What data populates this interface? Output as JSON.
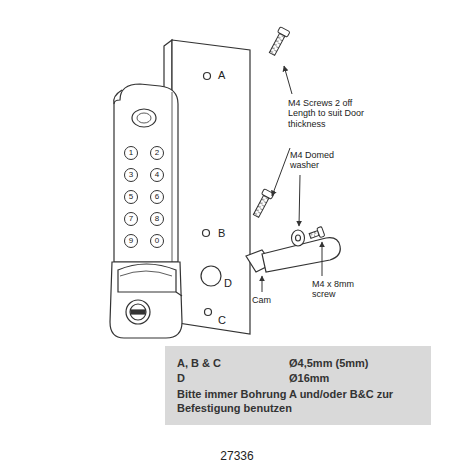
{
  "diagram": {
    "nodes": [
      {
        "text": [
          "1"
        ]
      },
      {
        "text": [
          "2"
        ]
      },
      {
        "text": [
          "3"
        ]
      },
      {
        "text": [
          "4"
        ]
      },
      {
        "text": [
          "5"
        ]
      },
      {
        "text": [
          "6"
        ]
      },
      {
        "text": [
          "7"
        ]
      },
      {
        "text": [
          "8"
        ]
      },
      {
        "text": [
          "9"
        ]
      },
      {
        "text": [
          "0"
        ]
      },
      {
        "text": [
          "A, B & C",
          "Ø4,5mm (5mm)",
          "D",
          "Ø16mm",
          "Bitte immer Bohrung A und/oder B&C zur Befestigung benutzen"
        ]
      }
    ],
    "edges": [],
    "labels": [
      "A",
      "B",
      "D",
      "C",
      "M4 Screws 2 off Length to suit Door thickness",
      "M4 Domed washer",
      "Cam",
      "M4 x 8mm screw",
      "27336"
    ]
  }
}
